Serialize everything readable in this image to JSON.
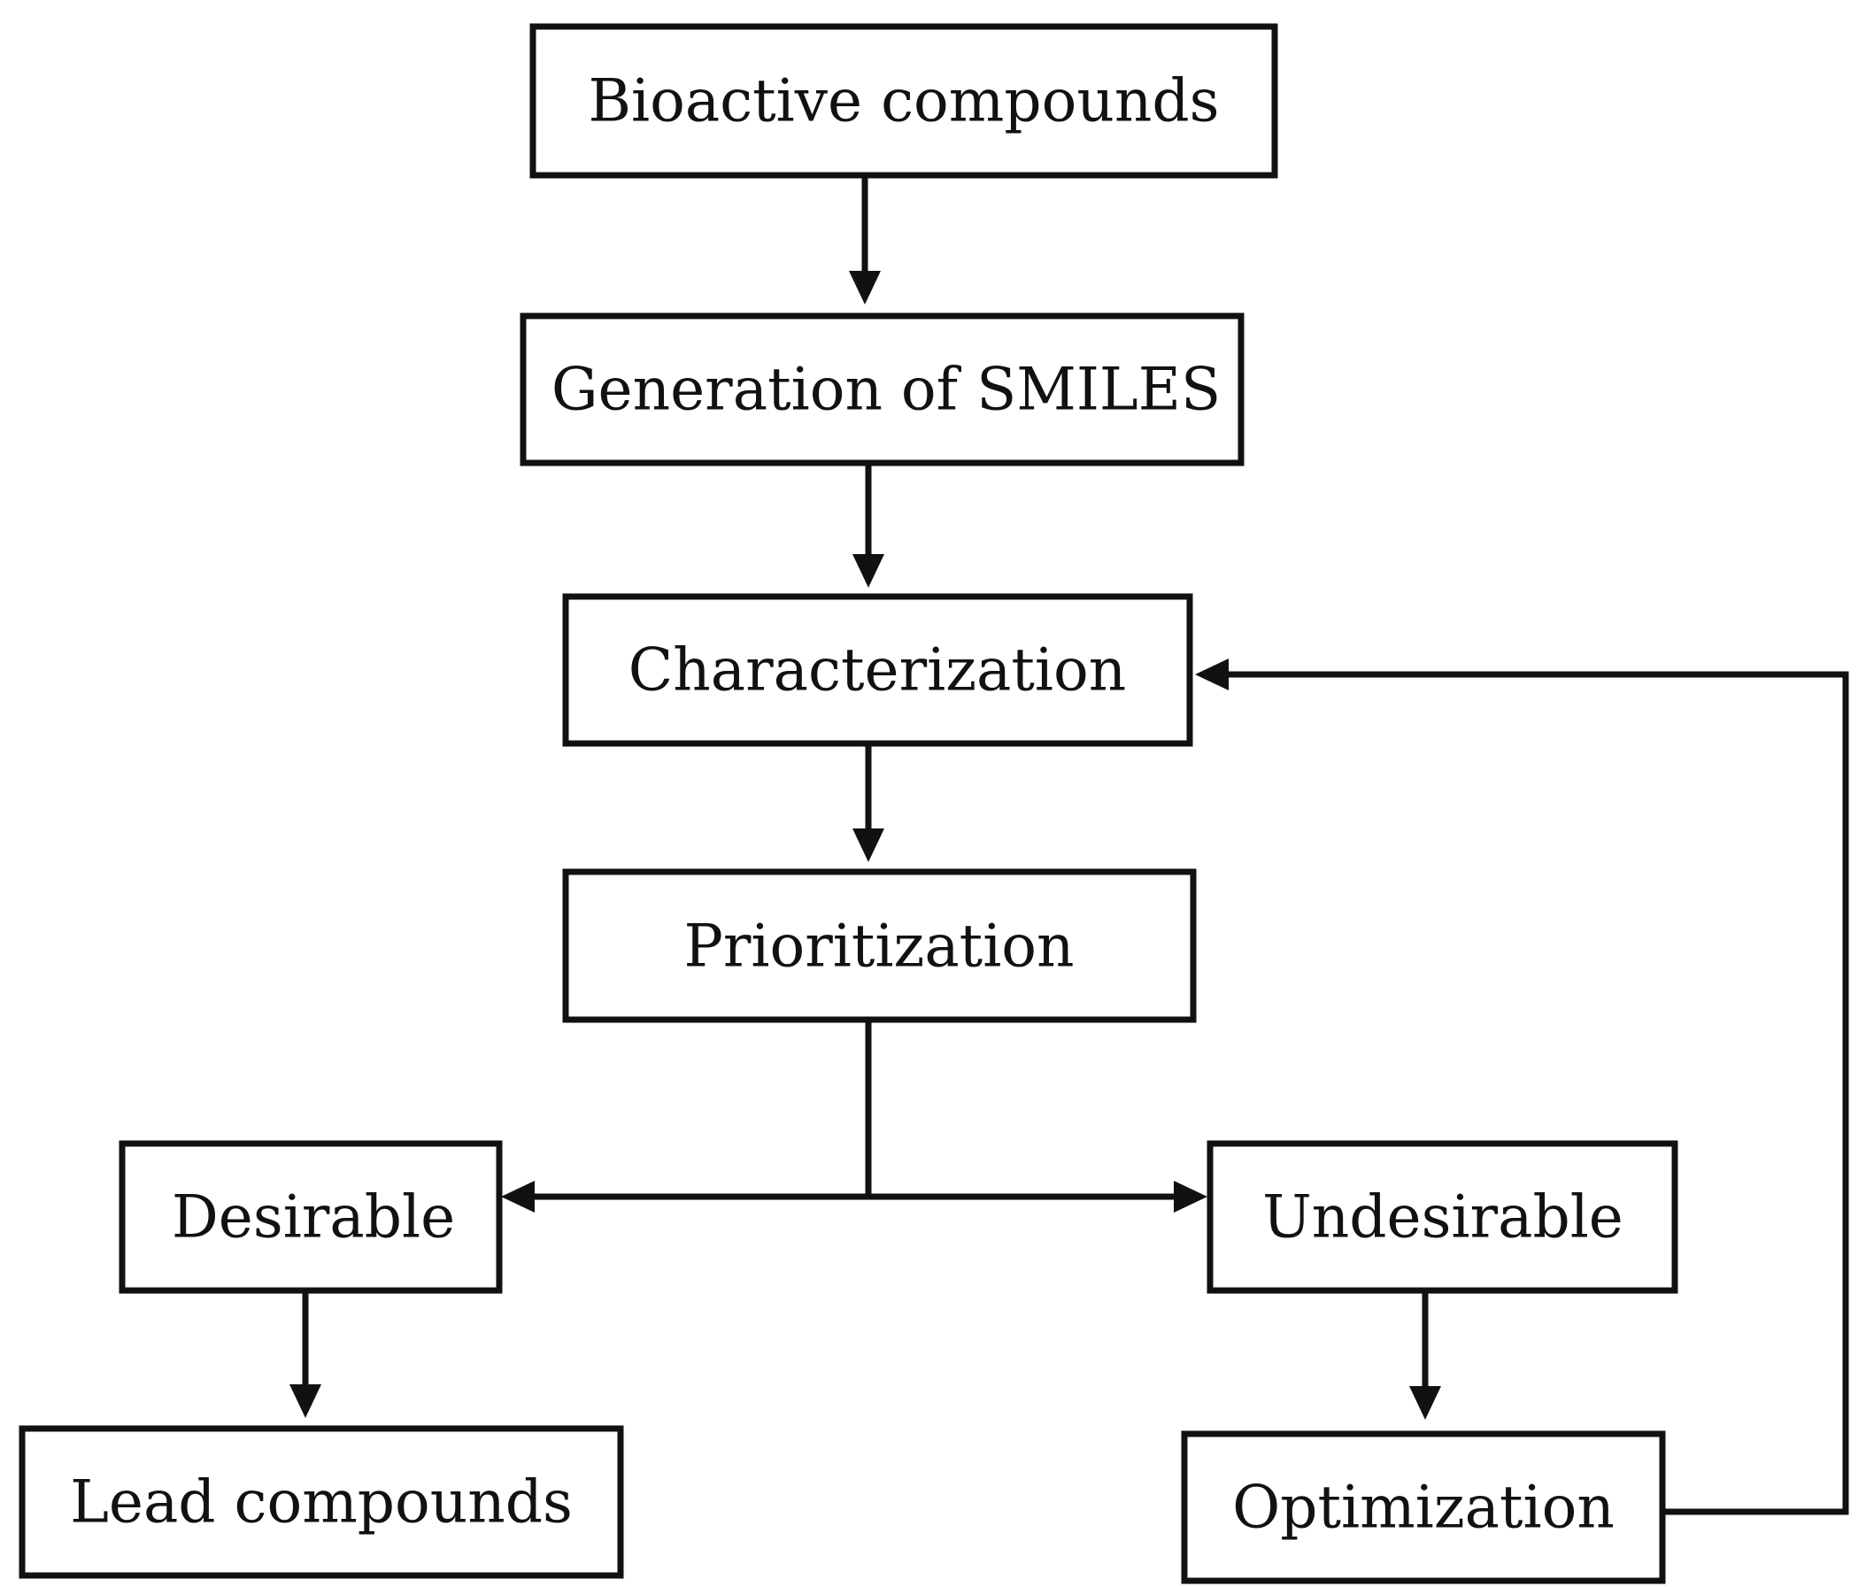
{
  "diagram": {
    "type": "flowchart",
    "nodes": [
      {
        "id": "bioactive",
        "label": "Bioactive compounds"
      },
      {
        "id": "smiles",
        "label": "Generation of SMILES"
      },
      {
        "id": "characterization",
        "label": "Characterization"
      },
      {
        "id": "prioritization",
        "label": "Prioritization"
      },
      {
        "id": "desirable",
        "label": "Desirable"
      },
      {
        "id": "undesirable",
        "label": "Undesirable"
      },
      {
        "id": "lead",
        "label": "Lead compounds"
      },
      {
        "id": "optimization",
        "label": "Optimization"
      }
    ],
    "edges": [
      {
        "from": "bioactive",
        "to": "smiles"
      },
      {
        "from": "smiles",
        "to": "characterization"
      },
      {
        "from": "characterization",
        "to": "prioritization"
      },
      {
        "from": "prioritization",
        "to": "desirable"
      },
      {
        "from": "prioritization",
        "to": "undesirable"
      },
      {
        "from": "desirable",
        "to": "lead"
      },
      {
        "from": "undesirable",
        "to": "optimization"
      },
      {
        "from": "optimization",
        "to": "characterization"
      }
    ],
    "colors": {
      "stroke": "#111111",
      "fill": "#ffffff",
      "text": "#111111"
    }
  }
}
